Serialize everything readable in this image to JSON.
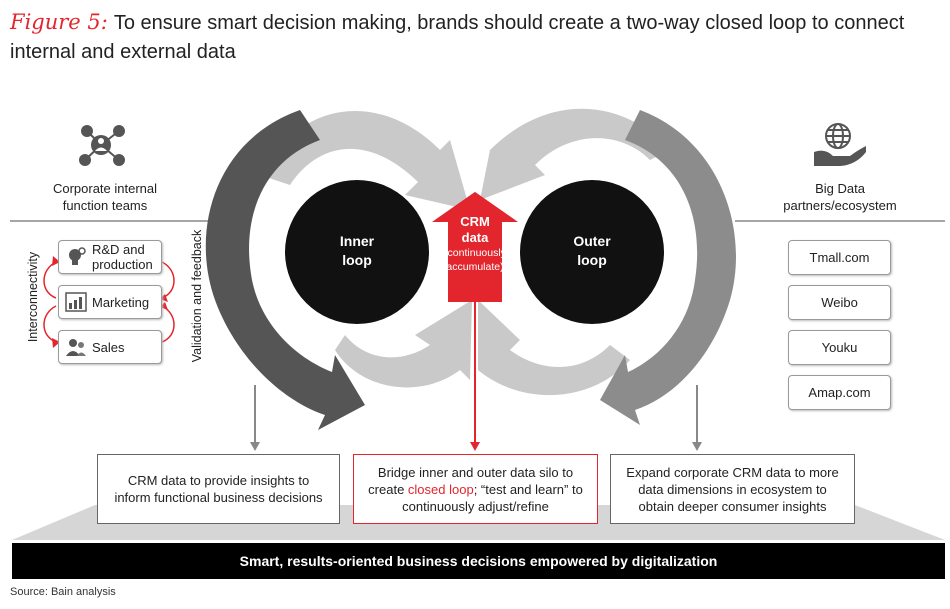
{
  "title": {
    "figure_label": "Figure 5:",
    "text": "To ensure smart decision making, brands should create a two-way closed loop to connect internal and external data"
  },
  "left": {
    "heading_line1": "Corporate internal",
    "heading_line2": "function teams",
    "interconnectivity_label": "Interconnectivity",
    "validation_label": "Validation and feedback",
    "departments": [
      {
        "line1": "R&D and",
        "line2": "production",
        "icon": "lightbulb-gear-icon"
      },
      {
        "line1": "Marketing",
        "line2": "",
        "icon": "chart-icon"
      },
      {
        "line1": "Sales",
        "line2": "",
        "icon": "people-icon"
      }
    ]
  },
  "right": {
    "heading_line1": "Big Data",
    "heading_line2": "partners/ecosystem",
    "partners": [
      "Tmall.com",
      "Weibo",
      "Youku",
      "Amap.com"
    ]
  },
  "center": {
    "inner_loop_line1": "Inner",
    "inner_loop_line2": "loop",
    "outer_loop_line1": "Outer",
    "outer_loop_line2": "loop",
    "crm_line1": "CRM",
    "crm_line2": "data",
    "crm_line3": "(continuously",
    "crm_line4": "accumulate)"
  },
  "boxes": {
    "left_text": "CRM data to provide insights to inform functional business decisions",
    "middle_before": "Bridge inner and outer data silo to create ",
    "middle_highlight": "closed loop",
    "middle_after": "; “test and learn” to continuously adjust/refine",
    "right_text": "Expand corporate CRM data to more data dimensions in ecosystem to obtain deeper consumer insights"
  },
  "banner": "Smart, results-oriented business decisions empowered by digitalization",
  "source": "Source: Bain analysis",
  "colors": {
    "accent_red": "#e3262e",
    "dark_gray": "#555555",
    "light_gray": "#c8c8c8",
    "medium_gray": "#8c8c8c",
    "circle_black": "#111111"
  }
}
